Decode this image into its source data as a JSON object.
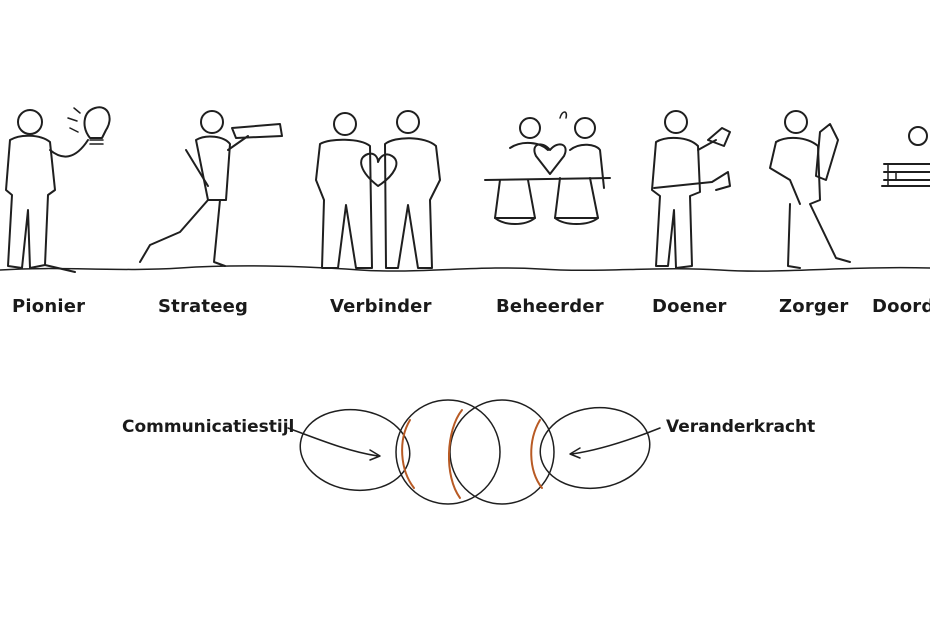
{
  "roles": [
    {
      "label": "Pionier",
      "icon": "lightbulb-icon"
    },
    {
      "label": "Strateeg",
      "icon": "telescope-icon"
    },
    {
      "label": "Verbinder",
      "icon": "heart-icon"
    },
    {
      "label": "Beheerder",
      "icon": "scales-icon"
    },
    {
      "label": "Doener",
      "icon": "wrench-icon"
    },
    {
      "label": "Zorger",
      "icon": "bottle-icon"
    },
    {
      "label": "Doord",
      "icon": "books-icon"
    }
  ],
  "diagram": {
    "left_label": "Communicatiestijl",
    "right_label": "Veranderkracht"
  },
  "colors": {
    "ink": "#1f1f1f",
    "accent": "#b85a24",
    "background": "#ffffff"
  }
}
